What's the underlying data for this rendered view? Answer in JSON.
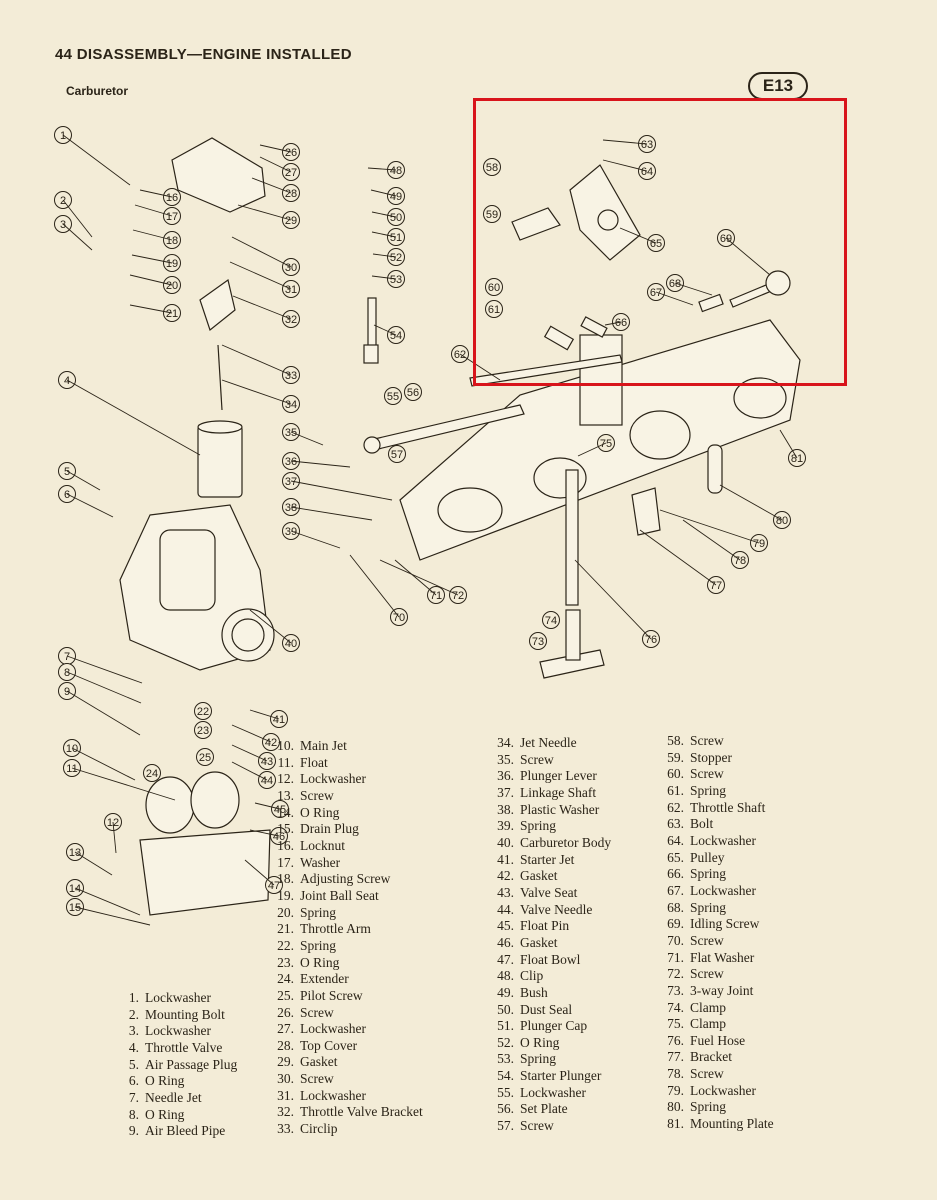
{
  "page": {
    "header": "44 DISASSEMBLY—ENGINE  INSTALLED",
    "section": "Carburetor",
    "figure_id": "E13"
  },
  "legend": {
    "col1": [
      {
        "num": "1.",
        "name": "Lockwasher"
      },
      {
        "num": "2.",
        "name": "Mounting Bolt"
      },
      {
        "num": "3.",
        "name": "Lockwasher"
      },
      {
        "num": "4.",
        "name": "Throttle Valve"
      },
      {
        "num": "5.",
        "name": "Air Passage Plug"
      },
      {
        "num": "6.",
        "name": "O Ring"
      },
      {
        "num": "7.",
        "name": "Needle Jet"
      },
      {
        "num": "8.",
        "name": "O Ring"
      },
      {
        "num": "9.",
        "name": "Air Bleed Pipe"
      }
    ],
    "col2": [
      {
        "num": "10.",
        "name": "Main Jet"
      },
      {
        "num": "11.",
        "name": "Float"
      },
      {
        "num": "12.",
        "name": "Lockwasher"
      },
      {
        "num": "13.",
        "name": "Screw"
      },
      {
        "num": "14.",
        "name": "O Ring"
      },
      {
        "num": "15.",
        "name": "Drain Plug"
      },
      {
        "num": "16.",
        "name": "Locknut"
      },
      {
        "num": "17.",
        "name": "Washer"
      },
      {
        "num": "18.",
        "name": "Adjusting Screw"
      },
      {
        "num": "19.",
        "name": "Joint Ball Seat"
      },
      {
        "num": "20.",
        "name": "Spring"
      },
      {
        "num": "21.",
        "name": "Throttle Arm"
      },
      {
        "num": "22.",
        "name": "Spring"
      },
      {
        "num": "23.",
        "name": "O Ring"
      },
      {
        "num": "24.",
        "name": "Extender"
      },
      {
        "num": "25.",
        "name": "Pilot Screw"
      },
      {
        "num": "26.",
        "name": "Screw"
      },
      {
        "num": "27.",
        "name": "Lockwasher"
      },
      {
        "num": "28.",
        "name": "Top Cover"
      },
      {
        "num": "29.",
        "name": "Gasket"
      },
      {
        "num": "30.",
        "name": "Screw"
      },
      {
        "num": "31.",
        "name": "Lockwasher"
      },
      {
        "num": "32.",
        "name": "Throttle Valve Bracket"
      },
      {
        "num": "33.",
        "name": "Circlip"
      }
    ],
    "col3": [
      {
        "num": "34.",
        "name": "Jet Needle"
      },
      {
        "num": "35.",
        "name": "Screw"
      },
      {
        "num": "36.",
        "name": "Plunger Lever"
      },
      {
        "num": "37.",
        "name": "Linkage Shaft"
      },
      {
        "num": "38.",
        "name": "Plastic Washer"
      },
      {
        "num": "39.",
        "name": "Spring"
      },
      {
        "num": "40.",
        "name": "Carburetor Body"
      },
      {
        "num": "41.",
        "name": "Starter Jet"
      },
      {
        "num": "42.",
        "name": "Gasket"
      },
      {
        "num": "43.",
        "name": "Valve Seat"
      },
      {
        "num": "44.",
        "name": "Valve Needle"
      },
      {
        "num": "45.",
        "name": "Float Pin"
      },
      {
        "num": "46.",
        "name": "Gasket"
      },
      {
        "num": "47.",
        "name": "Float Bowl"
      },
      {
        "num": "48.",
        "name": "Clip"
      },
      {
        "num": "49.",
        "name": "Bush"
      },
      {
        "num": "50.",
        "name": "Dust Seal"
      },
      {
        "num": "51.",
        "name": "Plunger Cap"
      },
      {
        "num": "52.",
        "name": "O Ring"
      },
      {
        "num": "53.",
        "name": "Spring"
      },
      {
        "num": "54.",
        "name": "Starter Plunger"
      },
      {
        "num": "55.",
        "name": "Lockwasher"
      },
      {
        "num": "56.",
        "name": "Set Plate"
      },
      {
        "num": "57.",
        "name": "Screw"
      }
    ],
    "col4": [
      {
        "num": "58.",
        "name": "Screw"
      },
      {
        "num": "59.",
        "name": "Stopper"
      },
      {
        "num": "60.",
        "name": "Screw"
      },
      {
        "num": "61.",
        "name": "Spring"
      },
      {
        "num": "62.",
        "name": "Throttle Shaft"
      },
      {
        "num": "63.",
        "name": "Bolt"
      },
      {
        "num": "64.",
        "name": "Lockwasher"
      },
      {
        "num": "65.",
        "name": "Pulley"
      },
      {
        "num": "66.",
        "name": "Spring"
      },
      {
        "num": "67.",
        "name": "Lockwasher"
      },
      {
        "num": "68.",
        "name": "Spring"
      },
      {
        "num": "69.",
        "name": "Idling Screw"
      },
      {
        "num": "70.",
        "name": "Screw"
      },
      {
        "num": "71.",
        "name": "Flat Washer"
      },
      {
        "num": "72.",
        "name": "Screw"
      },
      {
        "num": "73.",
        "name": "3-way Joint"
      },
      {
        "num": "74.",
        "name": "Clamp"
      },
      {
        "num": "75.",
        "name": "Clamp"
      },
      {
        "num": "76.",
        "name": "Fuel Hose"
      },
      {
        "num": "77.",
        "name": "Bracket"
      },
      {
        "num": "78.",
        "name": "Screw"
      },
      {
        "num": "79.",
        "name": "Lockwasher"
      },
      {
        "num": "80.",
        "name": "Spring"
      },
      {
        "num": "81.",
        "name": "Mounting Plate"
      }
    ]
  },
  "callouts": [
    "1",
    "2",
    "3",
    "4",
    "5",
    "6",
    "7",
    "8",
    "9",
    "10",
    "11",
    "12",
    "13",
    "14",
    "15",
    "16",
    "17",
    "18",
    "19",
    "20",
    "21",
    "22",
    "23",
    "24",
    "25",
    "26",
    "27",
    "28",
    "29",
    "30",
    "31",
    "32",
    "33",
    "34",
    "35",
    "36",
    "37",
    "38",
    "39",
    "40",
    "41",
    "42",
    "43",
    "44",
    "45",
    "46",
    "47",
    "48",
    "49",
    "50",
    "51",
    "52",
    "53",
    "54",
    "55",
    "56",
    "57",
    "58",
    "59",
    "60",
    "61",
    "62",
    "63",
    "64",
    "65",
    "66",
    "67",
    "68",
    "69",
    "70",
    "71",
    "72",
    "73",
    "74",
    "75",
    "76",
    "77",
    "78",
    "79",
    "80",
    "81"
  ],
  "colors": {
    "paper": "#f3ecd7",
    "ink": "#2b2418",
    "highlight": "#d8141b"
  }
}
